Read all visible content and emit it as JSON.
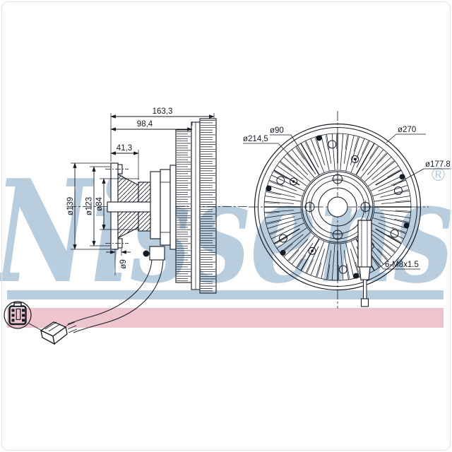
{
  "watermark": {
    "text": "Nissens",
    "registered_mark": "®",
    "bar_blue": "#b8cedf",
    "bar_pink": "#eec5ce"
  },
  "dims": {
    "total_width": "163,3",
    "front_width": "98,4",
    "hub_width": "41,3",
    "flange_diameter": "ø139",
    "bolt_circle_diameter": "ø123",
    "pilot_diameter": "ø84",
    "hole_diameter": "ø9",
    "ring_diameter": "ø214,5",
    "hub_bolt_circle": "ø90",
    "outer_diameter": "ø270",
    "face_circle_diameter": "ø177.8",
    "thread_spec": "6-M8x1.5"
  },
  "colors": {
    "ink": "#141922"
  }
}
